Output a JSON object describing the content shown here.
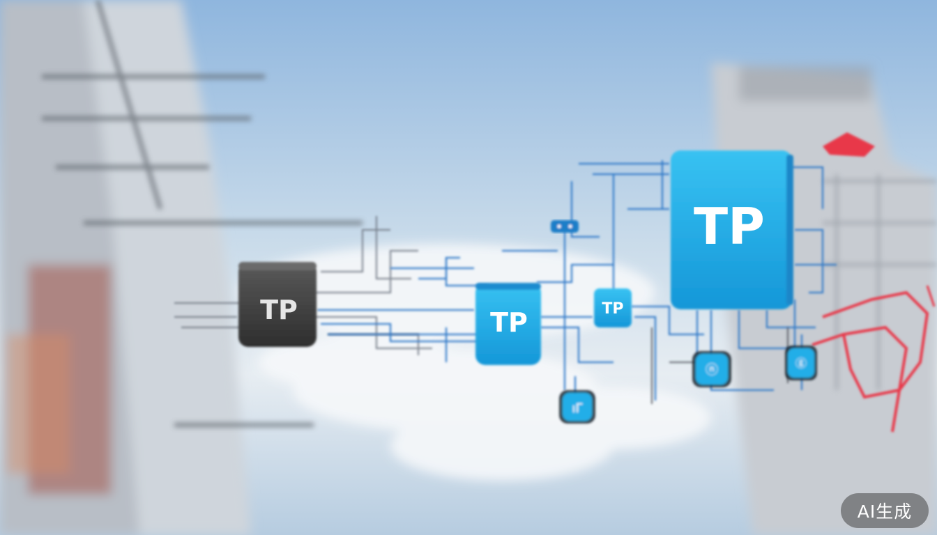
{
  "scene": {
    "description_colors": {
      "sky_top": "#9cc0e2",
      "sky_bottom": "#e9eef3",
      "tile_blue": "#22aee8",
      "tile_dark": "#4a4a4a",
      "circuit_blue": "#2f78c8",
      "accent_red": "#e8394a"
    },
    "tiles": [
      {
        "label": "TP",
        "color": "dark"
      },
      {
        "label": "TP",
        "color": "blue"
      },
      {
        "label": "TP",
        "color": "blue"
      },
      {
        "label": "TP",
        "color": "blue"
      }
    ]
  },
  "badge": {
    "text": "AI生成"
  }
}
